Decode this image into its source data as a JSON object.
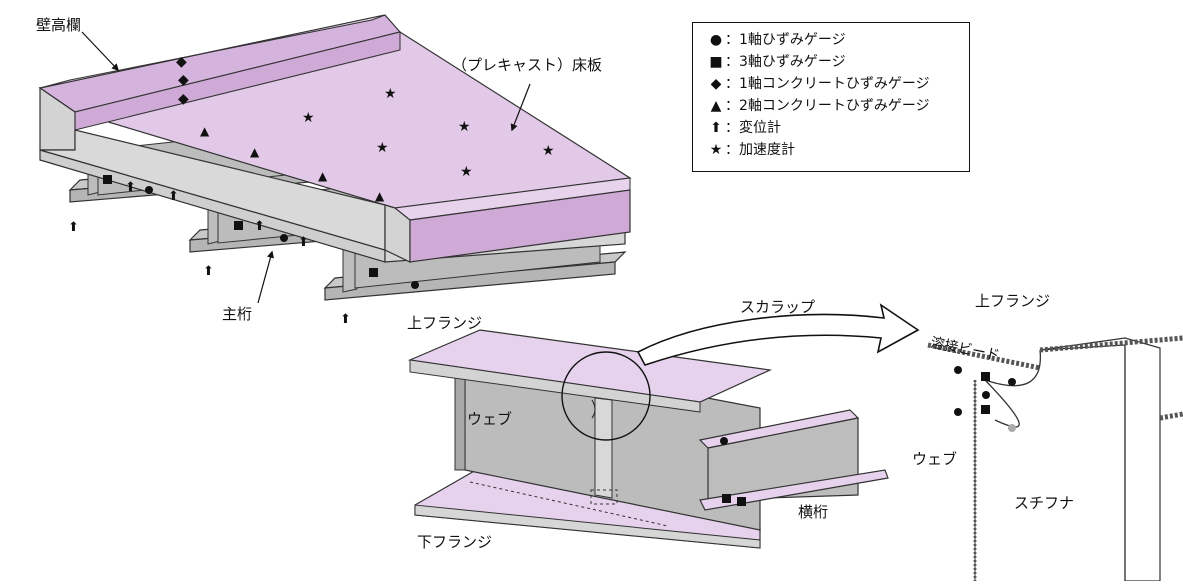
{
  "labels": {
    "parapet": "壁高欄",
    "precast_slab": "（プレキャスト）床板",
    "main_girder": "主桁",
    "upper_flange_left": "上フランジ",
    "web_left": "ウェブ",
    "lower_flange": "下フランジ",
    "cross_beam": "横桁",
    "scallop": "スカラップ",
    "upper_flange_right": "上フランジ",
    "weld_bead": "溶接ビード",
    "web_right": "ウェブ",
    "stiffener": "スチフナ"
  },
  "legend": [
    {
      "symbol": "●",
      "text": "：1軸ひずみゲージ"
    },
    {
      "symbol": "■",
      "text": "：3軸ひずみゲージ"
    },
    {
      "symbol": "◆",
      "text": "：1軸コンクリートひずみゲージ"
    },
    {
      "symbol": "▲",
      "text": "：2軸コンクリートひずみゲージ"
    },
    {
      "symbol": "⬆",
      "text": "：変位計"
    },
    {
      "symbol": "★",
      "text": "：加速度計"
    }
  ],
  "colors": {
    "slab": "#e2c9e8",
    "parapet_face": "#cfaad6",
    "steel_light": "#d9d9d9",
    "steel_mid": "#bdbdbd",
    "steel_dark": "#a9a9a9",
    "flange_pink": "#e6d2ec",
    "weld": "#555555"
  }
}
